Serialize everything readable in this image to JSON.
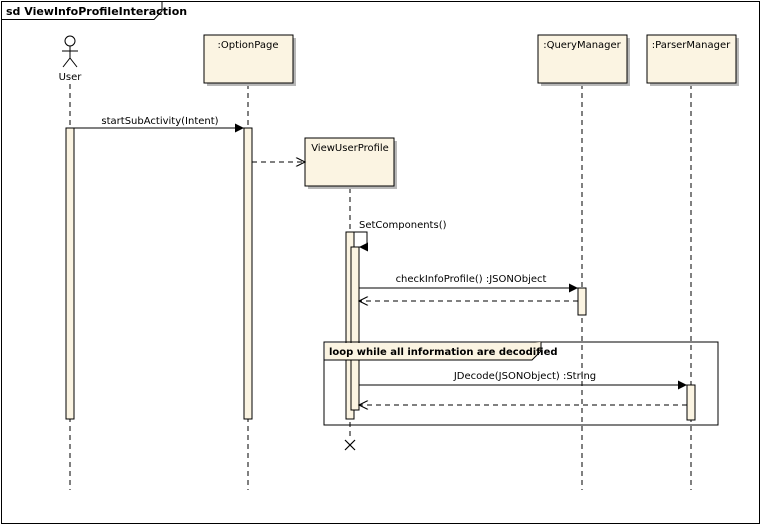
{
  "frame": {
    "title": "sd ViewInfoProfileInteraction"
  },
  "lifelines": [
    {
      "id": "user",
      "label": "User",
      "kind": "actor"
    },
    {
      "id": "optionpage",
      "label": ":OptionPage",
      "kind": "object"
    },
    {
      "id": "viewuserprofile",
      "label": "ViewUserProfile",
      "kind": "object"
    },
    {
      "id": "querymanager",
      "label": ":QueryManager",
      "kind": "object"
    },
    {
      "id": "parsermanager",
      "label": ":ParserManager",
      "kind": "object"
    }
  ],
  "messages": [
    {
      "id": "startsubactivity",
      "label": "startSubActivity(Intent)",
      "from": "user",
      "to": "optionpage",
      "type": "sync"
    },
    {
      "id": "create-viewuserprofile",
      "label": "",
      "from": "optionpage",
      "to": "viewuserprofile",
      "type": "create"
    },
    {
      "id": "setcomponents",
      "label": "SetComponents()",
      "from": "viewuserprofile",
      "to": "viewuserprofile",
      "type": "self"
    },
    {
      "id": "checkinfoprofile",
      "label": "checkInfoProfile() :JSONObject",
      "from": "viewuserprofile",
      "to": "querymanager",
      "type": "sync"
    },
    {
      "id": "checkinfoprofile-return",
      "label": "",
      "from": "querymanager",
      "to": "viewuserprofile",
      "type": "return"
    },
    {
      "id": "jdecode",
      "label": "JDecode(JSONObject) :String",
      "from": "viewuserprofile",
      "to": "parsermanager",
      "type": "sync"
    },
    {
      "id": "jdecode-return",
      "label": "",
      "from": "parsermanager",
      "to": "viewuserprofile",
      "type": "return"
    }
  ],
  "fragment": {
    "operator": "loop",
    "guard": "loop while all information are decodified"
  },
  "colors": {
    "box_fill": "#fbf4e2",
    "line": "#000000",
    "shadow": "#b8b8b8"
  }
}
